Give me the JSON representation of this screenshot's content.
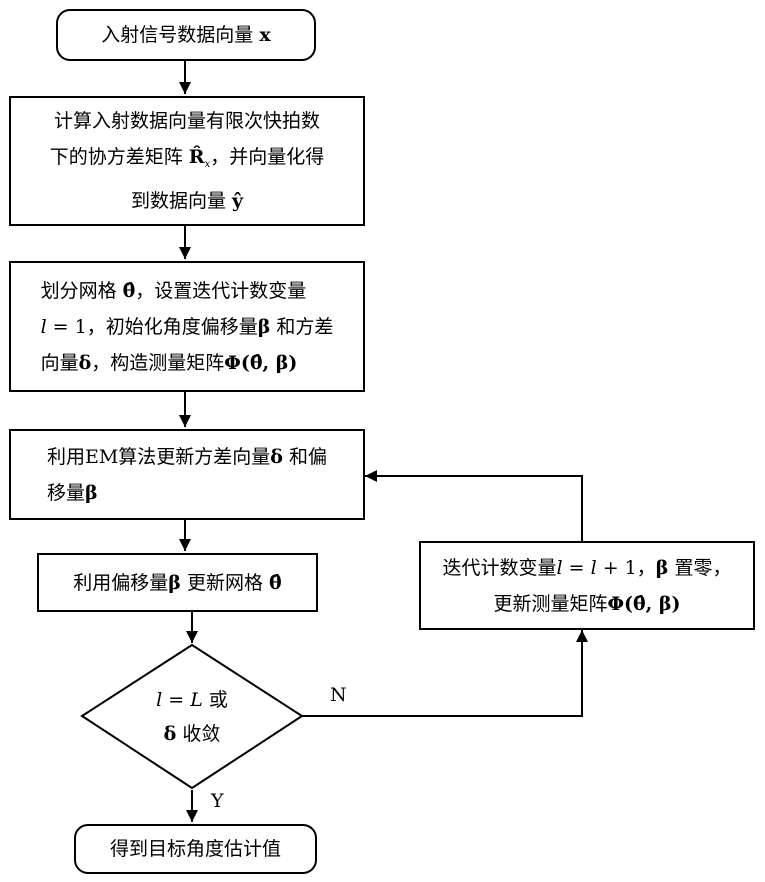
{
  "nodes": {
    "start": {
      "text": "入射信号数据向量",
      "var": "x"
    },
    "cov": {
      "line1": "计算入射数据向量有限次快拍数",
      "line2_pre": "下的协方差矩阵 ",
      "line2_sym": "R̂",
      "line2_sub": "x",
      "line2_post": "，并向量化得",
      "line3_pre": "到数据向量 ",
      "line3_sym": "ŷ"
    },
    "grid": {
      "line1_pre": "划分网格 ",
      "line1_sym": "θ̂",
      "line1_post": "，设置迭代计数变量",
      "line2_var": "l",
      "line2_eq": " = 1",
      "line2_mid": "，初始化角度偏移量",
      "line2_sym": "β",
      "line2_post": " 和方差",
      "line3_pre": "向量",
      "line3_sym": "δ",
      "line3_mid": "，构造测量矩阵",
      "line3_phi": "Φ(θ̂, β)"
    },
    "em": {
      "line1_pre": "利用EM算法更新方差向量",
      "line1_sym": "δ",
      "line1_post": " 和偏",
      "line2_pre": "移量",
      "line2_sym": "β"
    },
    "update_grid": {
      "pre": "利用偏移量",
      "sym1": "β",
      "mid": " 更新网格 ",
      "sym2": "θ̂"
    },
    "decision": {
      "var1": "l",
      "eq": " = ",
      "var2": "L",
      "post": " 或",
      "sym": "δ",
      "post2": " 收敛"
    },
    "iterate": {
      "line1_pre": "迭代计数变量",
      "line1_var": "l",
      "line1_eq": " = ",
      "line1_var2": "l",
      "line1_plus": " + 1",
      "line1_mid": "，",
      "line1_sym": "β",
      "line1_post": " 置零，",
      "line2_pre": "更新测量矩阵",
      "line2_phi": "Φ(θ̂, β)"
    },
    "end": {
      "text": "得到目标角度估计值"
    }
  },
  "labels": {
    "no": "N",
    "yes": "Y"
  }
}
